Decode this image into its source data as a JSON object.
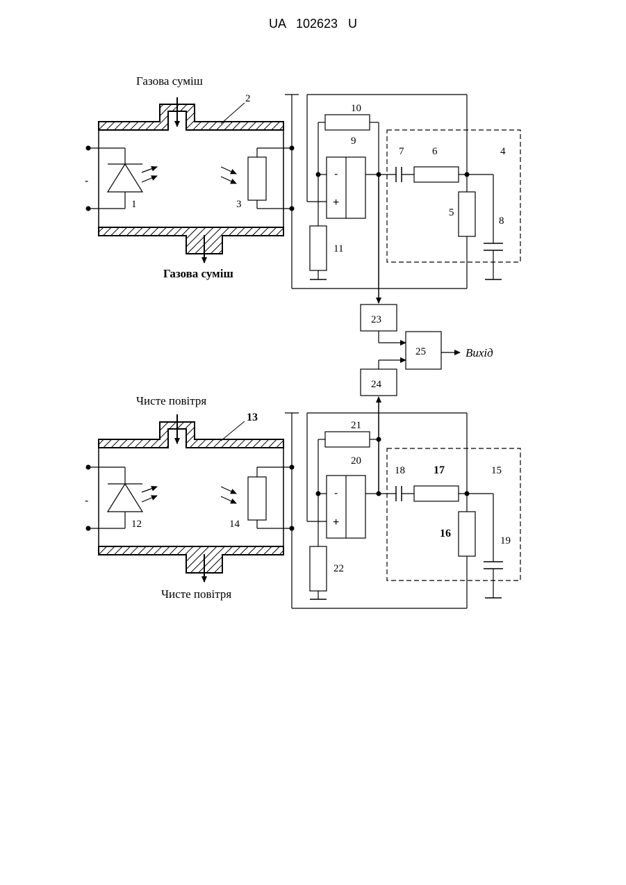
{
  "document": {
    "header": "UA   102623   U"
  },
  "diagram": {
    "top_inlet_label": "Газова суміш",
    "top_outlet_label": "Газова суміш",
    "bottom_inlet_label": "Чисте повітря",
    "bottom_outlet_label": "Чисте повітря",
    "output_label": "Вихід",
    "numbers": {
      "n1": "1",
      "n2": "2",
      "n3": "3",
      "n4": "4",
      "n5": "5",
      "n6": "6",
      "n7": "7",
      "n8": "8",
      "n9": "9",
      "n10": "10",
      "n11": "11",
      "n12": "12",
      "n13": "13",
      "n14": "14",
      "n15": "15",
      "n16": "16",
      "n17": "17",
      "n18": "18",
      "n19": "19",
      "n20": "20",
      "n21": "21",
      "n22": "22",
      "n23": "23",
      "n24": "24",
      "n25": "25"
    },
    "signs": {
      "minus": "-",
      "plus": "+"
    }
  }
}
